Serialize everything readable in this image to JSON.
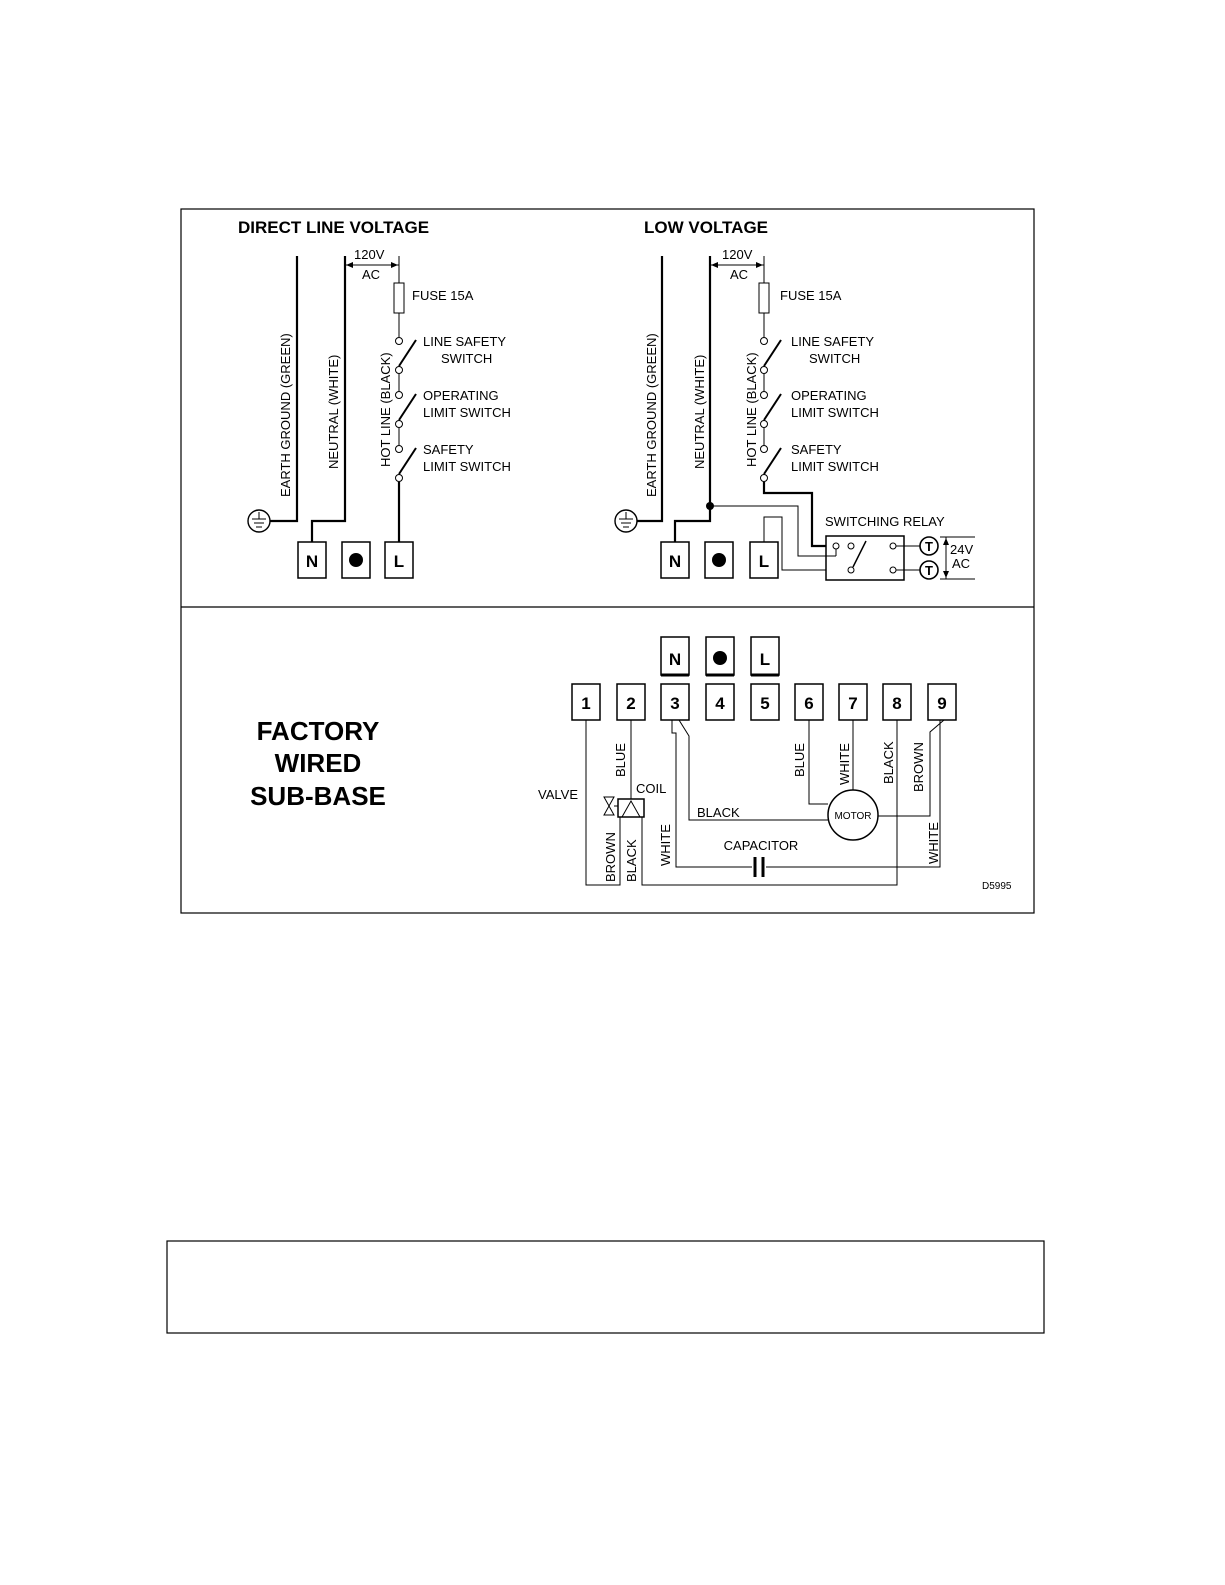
{
  "direct": {
    "title": "DIRECT LINE VOLTAGE",
    "voltage": "120V",
    "voltage_unit": "AC",
    "fuse": "FUSE 15A",
    "line_safety": [
      "LINE SAFETY",
      "SWITCH"
    ],
    "operating_limit": [
      "OPERATING",
      "LIMIT SWITCH"
    ],
    "safety_limit": [
      "SAFETY",
      "LIMIT SWITCH"
    ],
    "earth": "EARTH GROUND  (GREEN)",
    "neutral": "NEUTRAL (WHITE)",
    "hot": "HOT LINE (BLACK)",
    "terminals": [
      "N",
      "●",
      "L"
    ]
  },
  "low": {
    "title": "LOW VOLTAGE",
    "voltage": "120V",
    "voltage_unit": "AC",
    "fuse": "FUSE 15A",
    "line_safety": [
      "LINE SAFETY",
      "SWITCH"
    ],
    "operating_limit": [
      "OPERATING",
      "LIMIT SWITCH"
    ],
    "safety_limit": [
      "SAFETY",
      "LIMIT SWITCH"
    ],
    "earth": "EARTH GROUND  (GREEN)",
    "neutral": "NEUTRAL (WHITE)",
    "hot": "HOT LINE (BLACK)",
    "terminals": [
      "N",
      "●",
      "L"
    ],
    "relay": "SWITCHING RELAY",
    "thermostat": [
      "T",
      "T"
    ],
    "low_voltage": "24V",
    "low_voltage_unit": "AC"
  },
  "subbase": {
    "title": [
      "FACTORY",
      "WIRED",
      "SUB-BASE"
    ],
    "top_terminals": [
      "N",
      "●",
      "L"
    ],
    "terminals": [
      "1",
      "2",
      "3",
      "4",
      "5",
      "6",
      "7",
      "8",
      "9"
    ],
    "valve": "VALVE",
    "coil": "COIL",
    "motor": "MOTOR",
    "capacitor": "CAPACITOR",
    "wire_labels": {
      "blue_2": "BLUE",
      "black_motor": "BLACK",
      "blue_6": "BLUE",
      "white_7": "WHITE",
      "black_8": "BLACK",
      "brown_9": "BROWN",
      "white_3": "WHITE",
      "white_9": "WHITE",
      "brown_1": "BROWN",
      "black_coil": "BLACK"
    },
    "code": "D5995"
  }
}
